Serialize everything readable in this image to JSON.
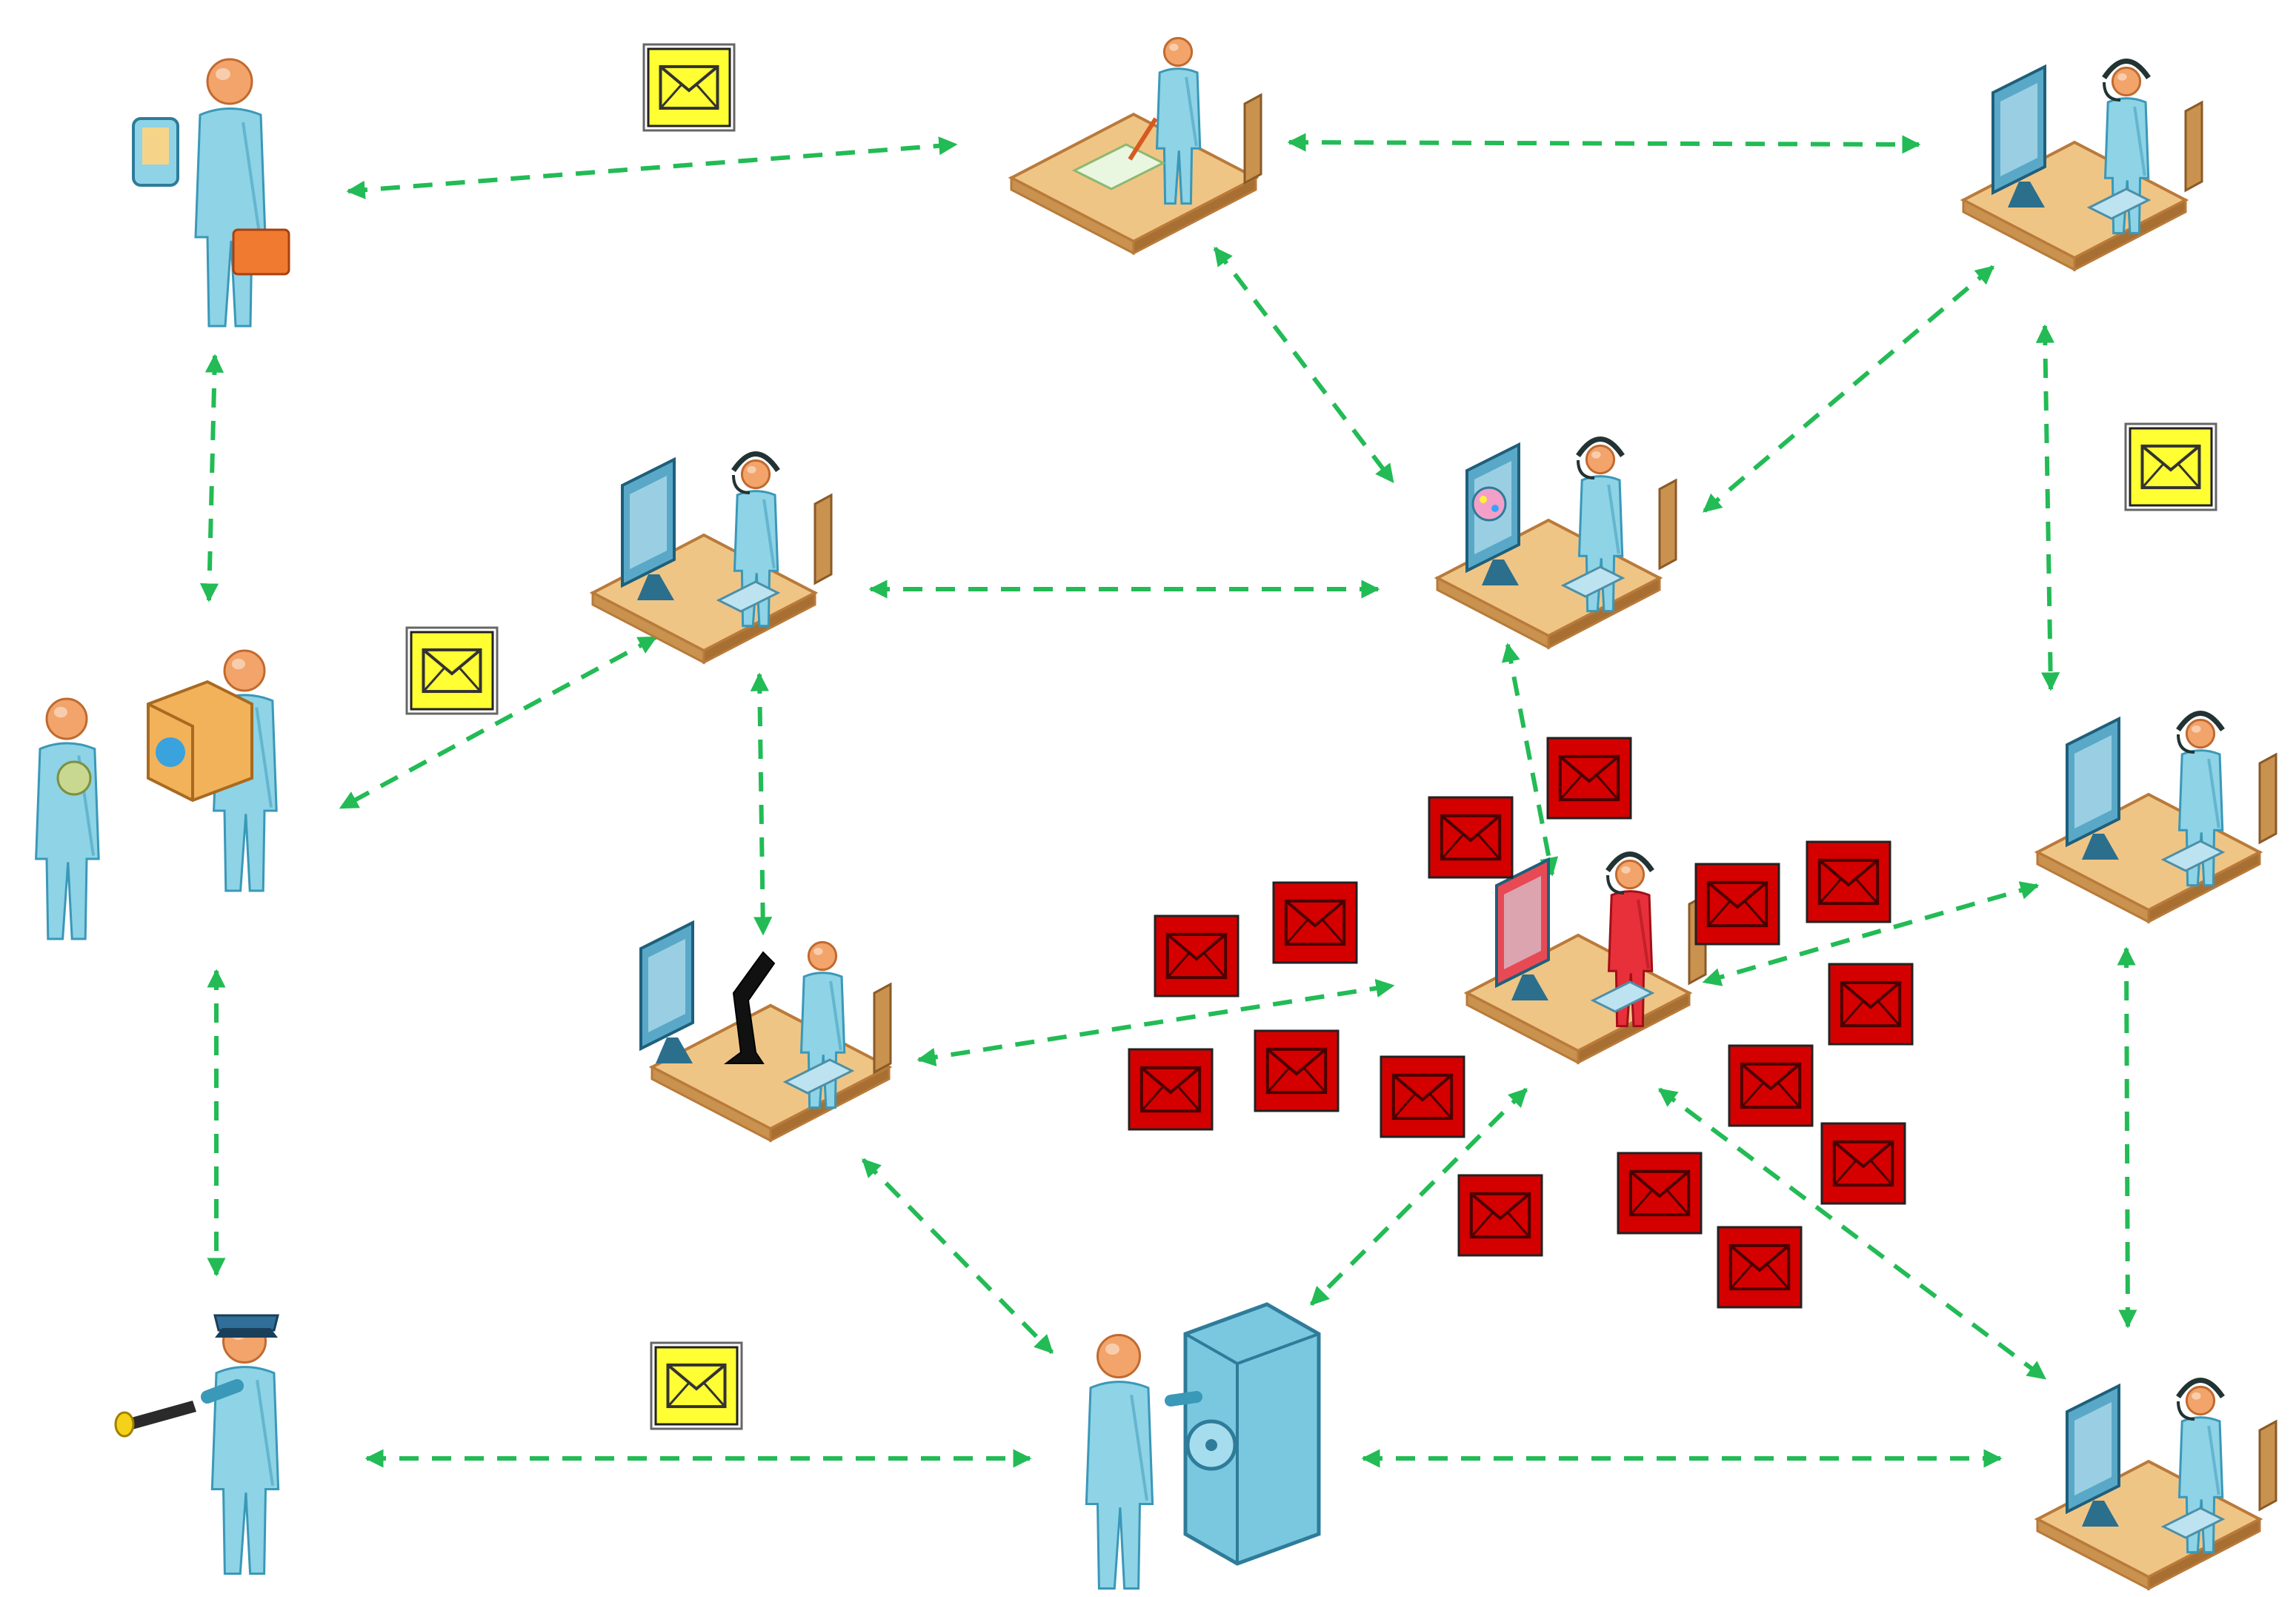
{
  "colors": {
    "link": "#22bb55",
    "person": "#8ed3e6",
    "person_shade": "#3a98b8",
    "head": "#f2a46a",
    "desk": "#efc586",
    "desk_edge": "#b97a3a",
    "monitor": "#5aa8c8",
    "alert_person": "#e8303a",
    "alert_monitor": "#e84a55",
    "safe": "#79c8e0",
    "mail_normal_bg": "#ffff33",
    "mail_alert_bg": "#d40000"
  },
  "nodes": [
    {
      "id": "courier",
      "role": "person-tablet-briefcase"
    },
    {
      "id": "writer",
      "role": "person-writing-at-desk"
    },
    {
      "id": "operator-top-right",
      "role": "person-headset-computer"
    },
    {
      "id": "operator-center-left",
      "role": "person-headset-computer"
    },
    {
      "id": "designer",
      "role": "person-design-computer"
    },
    {
      "id": "mid-right-operator",
      "role": "person-headset-computer"
    },
    {
      "id": "handover",
      "role": "two-people-package"
    },
    {
      "id": "lab",
      "role": "person-microscope"
    },
    {
      "id": "attacked",
      "role": "person-computer-alert"
    },
    {
      "id": "guard",
      "role": "security-guard-flashlight"
    },
    {
      "id": "vault",
      "role": "person-safe"
    },
    {
      "id": "operator-bottom-right",
      "role": "person-headset-computer"
    }
  ],
  "links": [
    [
      "courier",
      "writer"
    ],
    [
      "writer",
      "operator-top-right"
    ],
    [
      "courier",
      "handover"
    ],
    [
      "writer",
      "designer"
    ],
    [
      "operator-top-right",
      "designer"
    ],
    [
      "operator-top-right",
      "mid-right-operator"
    ],
    [
      "operator-center-left",
      "designer"
    ],
    [
      "operator-center-left",
      "handover"
    ],
    [
      "operator-center-left",
      "lab"
    ],
    [
      "designer",
      "attacked"
    ],
    [
      "handover",
      "guard"
    ],
    [
      "lab",
      "attacked"
    ],
    [
      "mid-right-operator",
      "attacked"
    ],
    [
      "mid-right-operator",
      "operator-bottom-right"
    ],
    [
      "lab",
      "vault"
    ],
    [
      "attacked",
      "vault"
    ],
    [
      "attacked",
      "operator-bottom-right"
    ],
    [
      "guard",
      "vault"
    ],
    [
      "vault",
      "operator-bottom-right"
    ]
  ],
  "normal_messages": 4,
  "alert_messages": 16
}
